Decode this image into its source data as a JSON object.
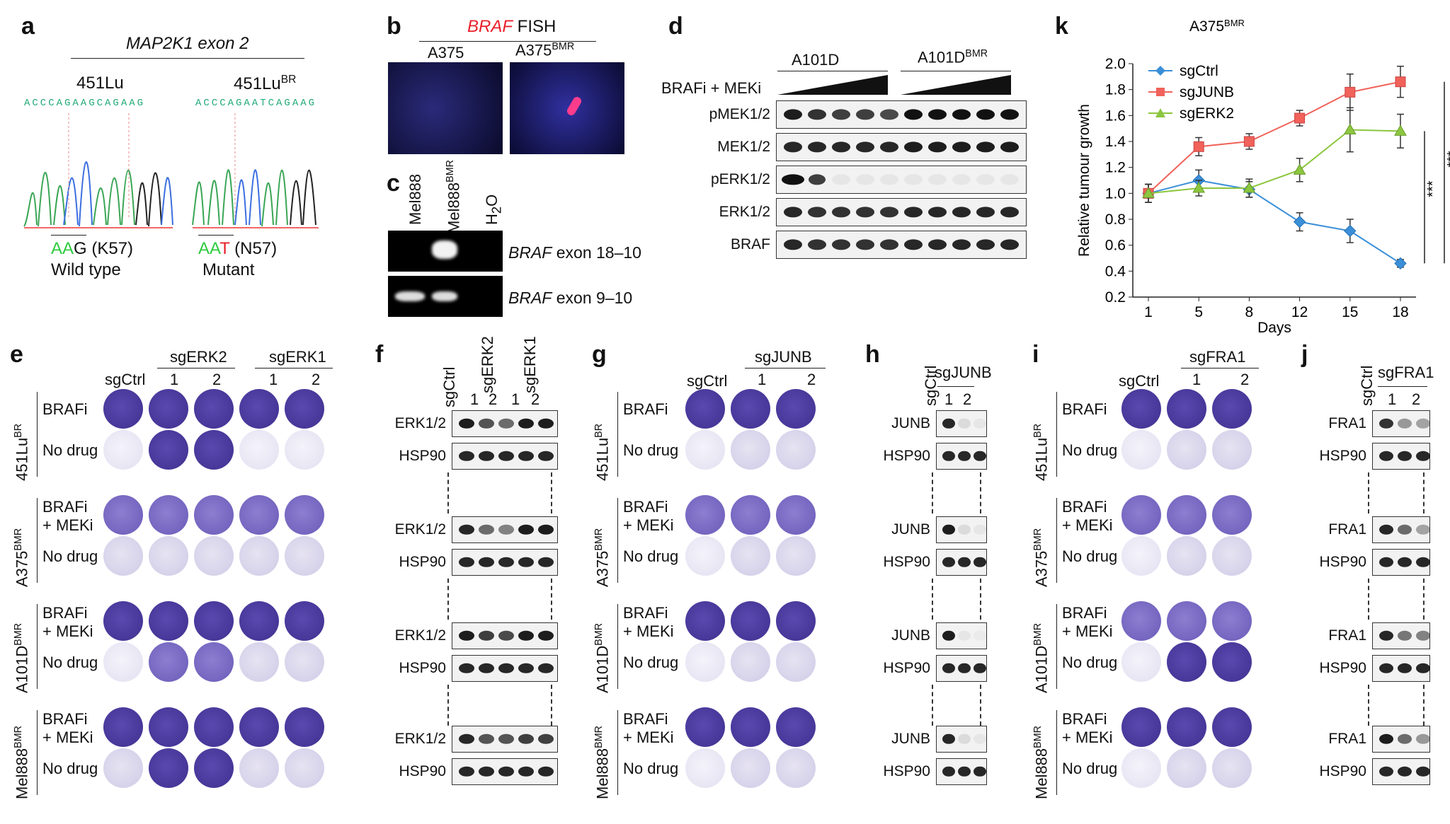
{
  "panels": {
    "a": "a",
    "b": "b",
    "c": "c",
    "d": "d",
    "e": "e",
    "f": "f",
    "g": "g",
    "h": "h",
    "i": "i",
    "j": "j",
    "k": "k"
  },
  "a": {
    "title": "MAP2K1 exon 2",
    "wt_label": "451Lu",
    "mut_label": "451Lu",
    "mut_sup": "BR",
    "wt_seq": "ACCCAGAAGCAGAAG",
    "mut_seq": "ACCCAGAATCAGAAG",
    "wt_codon": "AAG",
    "wt_codon_g": "AA",
    "wt_codon_r": "G",
    "wt_aa": " (K57)",
    "wt_name": "Wild type",
    "mut_codon_g": "AA",
    "mut_codon_r": "T",
    "mut_aa": " (N57)",
    "mut_name": "Mutant"
  },
  "b": {
    "title_red": "BRAF",
    "title_rest": " FISH",
    "left": "A375",
    "right": "A375",
    "right_sup": "BMR"
  },
  "c": {
    "lanes": [
      "Mel888",
      "Mel888",
      "H"
    ],
    "lane2_sup": "BMR",
    "h2o_sub": "2",
    "h2o_rest": "O",
    "rows": [
      {
        "gene": "BRAF",
        "rest": " exon 18–10"
      },
      {
        "gene": "BRAF",
        "rest": " exon 9–10"
      }
    ]
  },
  "d": {
    "group1": "A101D",
    "group2": "A101D",
    "group2_sup": "BMR",
    "treat": "BRAFi + MEKi",
    "rows": [
      "pMEK1/2",
      "MEK1/2",
      "pERK1/2",
      "ERK1/2",
      "BRAF"
    ]
  },
  "e": {
    "header": [
      "sgCtrl",
      "sgERK2",
      "sgERK1"
    ],
    "nums": [
      "1",
      "2",
      "1",
      "2"
    ],
    "lines": [
      {
        "name": "451Lu",
        "sup": "BR",
        "t1": "BRAFi",
        "t2": "No drug"
      },
      {
        "name": "A375",
        "sup": "BMR",
        "t1": "BRAFi",
        "t1b": "+ MEKi",
        "t2": "No drug"
      },
      {
        "name": "A101D",
        "sup": "BMR",
        "t1": "BRAFi",
        "t1b": "+ MEKi",
        "t2": "No drug"
      },
      {
        "name": "Mel888",
        "sup": "BMR",
        "t1": "BRAFi",
        "t1b": "+ MEKi",
        "t2": "No drug"
      }
    ]
  },
  "f": {
    "lanes": [
      "sgCtrl",
      "sgERK2",
      "sgERK1"
    ],
    "nums": [
      "1",
      "2",
      "1",
      "2"
    ],
    "rowA": "ERK1/2",
    "rowB": "HSP90"
  },
  "g": {
    "header": [
      "sgCtrl",
      "sgJUNB"
    ],
    "nums": [
      "1",
      "2"
    ]
  },
  "h": {
    "lanes": [
      "sgCtrl",
      "sgJUNB"
    ],
    "nums": [
      "1",
      "2"
    ],
    "rowA": "JUNB",
    "rowB": "HSP90"
  },
  "i": {
    "header": [
      "sgCtrl",
      "sgFRA1"
    ],
    "nums": [
      "1",
      "2"
    ]
  },
  "j": {
    "lanes": [
      "sgCtrl",
      "sgFRA1"
    ],
    "nums": [
      "1",
      "2"
    ],
    "rowA": "FRA1",
    "rowB": "HSP90"
  },
  "colors": {
    "green": "#2ecc40",
    "red": "#e8202a",
    "violet": "#4b3a9e",
    "blue": "#3a8fd8",
    "salmon": "#f0625a",
    "lime": "#8cc63f"
  },
  "chart_data": {
    "type": "line",
    "title": "A375",
    "title_sup": "BMR",
    "xlabel": "Days",
    "ylabel": "Relative tumour growth",
    "categories": [
      "1",
      "5",
      "8",
      "12",
      "15",
      "18"
    ],
    "ylim": [
      0.2,
      2.0
    ],
    "yticks": [
      "0.2",
      "0.4",
      "0.6",
      "0.8",
      "1.0",
      "1.2",
      "1.4",
      "1.6",
      "1.8",
      "2.0"
    ],
    "series": [
      {
        "name": "sgCtrl",
        "values": [
          1.0,
          1.1,
          1.03,
          0.78,
          0.71,
          0.46
        ],
        "err": [
          0.07,
          0.08,
          0.06,
          0.07,
          0.09,
          0.03
        ],
        "color": "#3a8fd8",
        "marker": "diamond"
      },
      {
        "name": "sgJUNB",
        "values": [
          1.0,
          1.36,
          1.4,
          1.58,
          1.78,
          1.86
        ],
        "err": [
          0.07,
          0.07,
          0.06,
          0.06,
          0.14,
          0.12
        ],
        "color": "#f0625a",
        "marker": "square"
      },
      {
        "name": "sgERK2",
        "values": [
          1.0,
          1.04,
          1.04,
          1.18,
          1.49,
          1.48
        ],
        "err": [
          0.07,
          0.06,
          0.07,
          0.09,
          0.17,
          0.13
        ],
        "color": "#8cc63f",
        "marker": "triangle"
      }
    ],
    "annotations": [
      "***",
      "***"
    ]
  }
}
